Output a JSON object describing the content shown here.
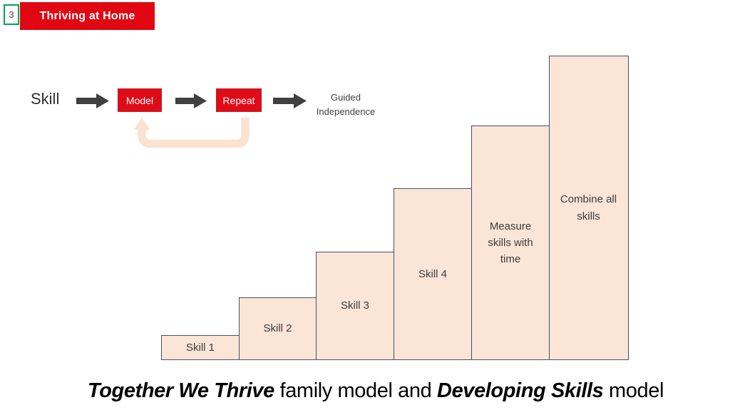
{
  "header": {
    "slide_number": "3",
    "title": "Thriving at Home",
    "banner_color": "#e00713",
    "slide_number_border_color": "#00a651"
  },
  "flow": {
    "start_label": "Skill",
    "steps": [
      "Model",
      "Repeat"
    ],
    "end_label": "Guided Independence",
    "step_box_color": "#e00b17",
    "arrow_color": "#404040",
    "loop_arrow_color": "#fbe2d1"
  },
  "chart_data": {
    "type": "bar",
    "title": "Developing Skills staircase",
    "categories": [
      "Skill 1",
      "Skill 2",
      "Skill 3",
      "Skill 4",
      "Measure skills with time",
      "Combine all skills"
    ],
    "values": [
      35,
      88,
      152,
      241,
      329,
      427
    ],
    "values_unit": "relative bar heights in px (no axis shown)",
    "xlabel": "",
    "ylabel": "",
    "bar_fill": "#fbe5d6",
    "bar_border": "#44546a",
    "legend": "none",
    "grid": false
  },
  "caption": {
    "part1": "Together We Thrive",
    "part2": " family model and ",
    "part3": "Developing Skills",
    "part4": " model"
  }
}
